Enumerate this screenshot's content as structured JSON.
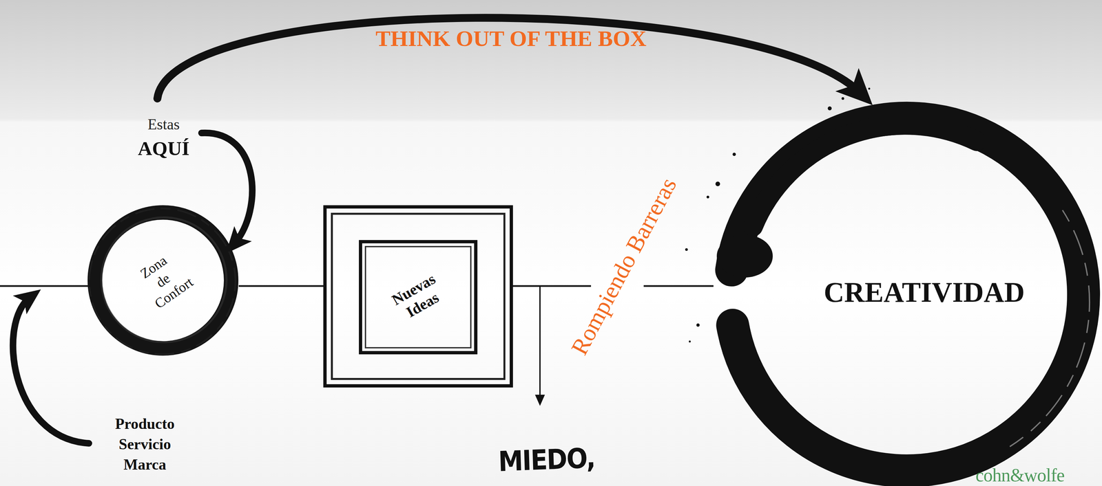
{
  "diagram": {
    "nodes": [
      {
        "text": [
          "Zona de Confort"
        ]
      },
      {
        "text": [
          "Nuevas Ideas"
        ]
      },
      {
        "text": [
          "CREATIVIDAD"
        ]
      }
    ],
    "edges": [
      {
        "from": 0,
        "to": 1,
        "arrow": "none"
      },
      {
        "from": 1,
        "to": 2,
        "arrow": "none",
        "label": "Rompiendo Barreras"
      }
    ],
    "labels": [
      "THINK OUT OF THE BOX",
      "Estas",
      "AQUÍ",
      "Producto Servicio Marca",
      "MIEDO,",
      "cohn&wolfe"
    ]
  }
}
